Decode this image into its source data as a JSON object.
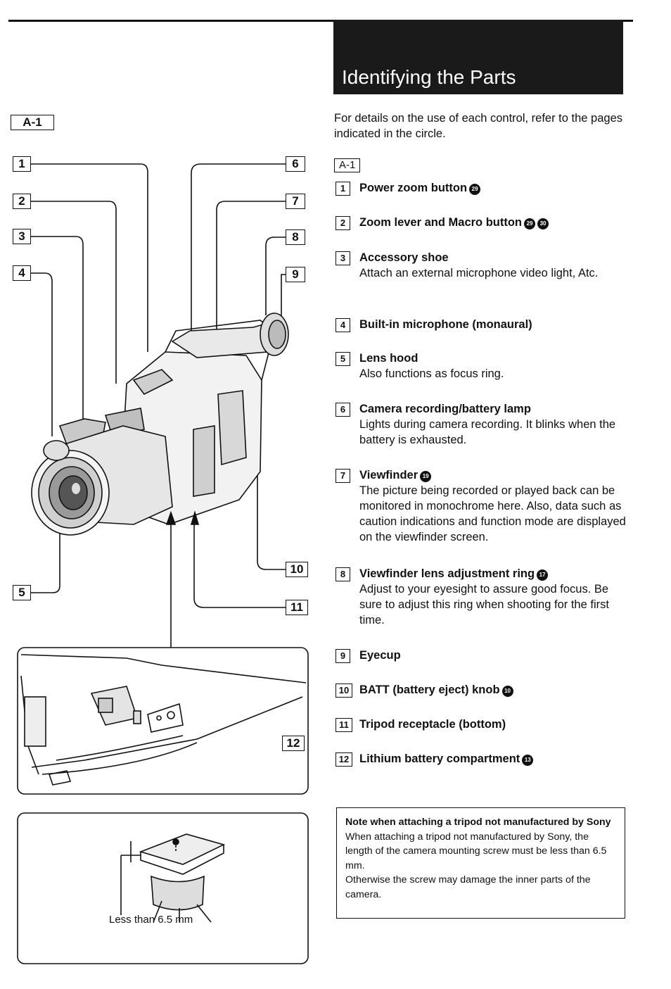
{
  "header": {
    "title": "Identifying the Parts"
  },
  "intro": "For details on the use of each control, refer to the pages indicated in the circle.",
  "section_label": "A-1",
  "left_section_label": "A-1",
  "figure_labels": [
    "1",
    "2",
    "3",
    "4",
    "5",
    "6",
    "7",
    "8",
    "9",
    "10",
    "11",
    "12"
  ],
  "parts": [
    {
      "num": "1",
      "name": "Power zoom button",
      "refs": [
        "29"
      ],
      "desc": ""
    },
    {
      "num": "2",
      "name": "Zoom lever and Macro button",
      "refs": [
        "29",
        "30"
      ],
      "desc": ""
    },
    {
      "num": "3",
      "name": "Accessory shoe",
      "refs": [],
      "desc": "Attach an external microphone video light, Atc."
    },
    {
      "num": "4",
      "name": "Built-in microphone (monaural)",
      "refs": [],
      "desc": ""
    },
    {
      "num": "5",
      "name": "Lens hood",
      "refs": [],
      "desc": "Also functions as focus ring."
    },
    {
      "num": "6",
      "name": "Camera recording/battery lamp",
      "refs": [],
      "desc": "Lights during camera recording. It blinks when the battery is exhausted."
    },
    {
      "num": "7",
      "name": "Viewfinder",
      "refs": [
        "19"
      ],
      "desc": "The picture being recorded or played back can be monitored in monochrome here. Also, data such as caution indications and function mode are displayed on the viewfinder screen."
    },
    {
      "num": "8",
      "name": "Viewfinder lens adjustment ring",
      "refs": [
        "17"
      ],
      "desc": "Adjust to your eyesight to assure good focus. Be sure to adjust this ring when shooting for the first time."
    },
    {
      "num": "9",
      "name": "Eyecup",
      "refs": [],
      "desc": ""
    },
    {
      "num": "10",
      "name": "BATT (battery eject) knob",
      "refs": [
        "10"
      ],
      "desc": ""
    },
    {
      "num": "11",
      "name": "Tripod receptacle (bottom)",
      "refs": [],
      "desc": ""
    },
    {
      "num": "12",
      "name": "Lithium battery compartment",
      "refs": [
        "13"
      ],
      "desc": ""
    }
  ],
  "note": {
    "title": "Note when attaching a tripod not manufactured by Sony",
    "body1": "When attaching a tripod not manufactured by Sony, the length of the camera mounting screw must be less than 6.5 mm.",
    "body2": "Otherwise the screw may damage the inner parts of the camera."
  },
  "tripod_caption": "Less than 6.5 mm"
}
